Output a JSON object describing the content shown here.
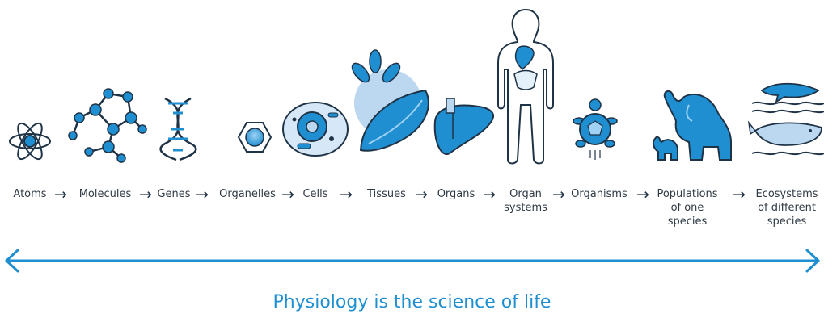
{
  "levels": [
    {
      "label": "Atoms",
      "icon": "atom-icon"
    },
    {
      "label": "Molecules",
      "icon": "molecule-icon"
    },
    {
      "label": "Genes",
      "icon": "dna-icon"
    },
    {
      "label": "Organelles",
      "icon": "organelle-icon"
    },
    {
      "label": "Cells",
      "icon": "cell-icon"
    },
    {
      "label": "Tissues",
      "icon": "tissue-icon"
    },
    {
      "label": "Organs",
      "icon": "liver-icon"
    },
    {
      "label": "Organ\nsystems",
      "icon": "human-body-icon"
    },
    {
      "label": "Organisms",
      "icon": "turtle-icon"
    },
    {
      "label": "Populations\nof one\nspecies",
      "icon": "elephant-icon"
    },
    {
      "label": "Ecosystems\nof different\nspecies",
      "icon": "marine-life-icon"
    }
  ],
  "arrow_glyph": "→",
  "caption": "Physiology is the science of life",
  "colors": {
    "primary": "#1f8fd1",
    "light": "#bcd8f1",
    "outline": "#1f3347",
    "text": "#2f3a44"
  }
}
